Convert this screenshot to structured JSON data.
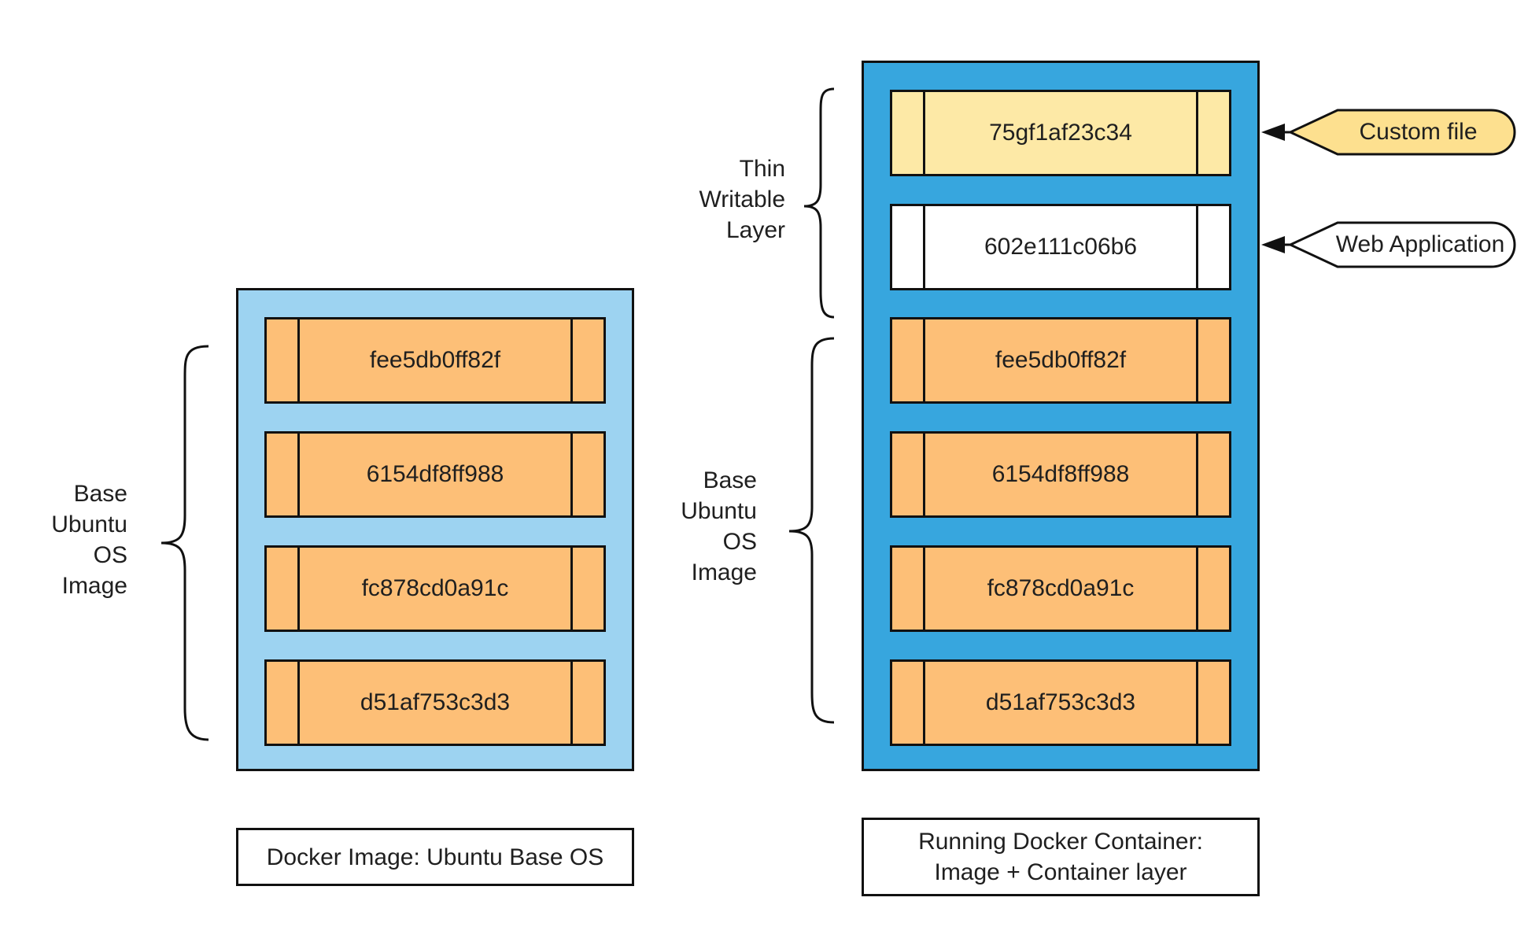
{
  "left_stack": {
    "side_label": [
      "Base",
      "Ubuntu",
      "OS",
      "Image"
    ],
    "layers": [
      "fee5db0ff82f",
      "6154df8ff988",
      "fc878cd0a91c",
      "d51af753c3d3"
    ],
    "caption": "Docker Image: Ubuntu Base OS"
  },
  "right_stack": {
    "writable_label": [
      "Thin",
      "Writable",
      "Layer"
    ],
    "base_label": [
      "Base",
      "Ubuntu",
      "OS",
      "Image"
    ],
    "layers": [
      "75gf1af23c34",
      "602e111c06b6",
      "fee5db0ff82f",
      "6154df8ff988",
      "fc878cd0a91c",
      "d51af753c3d3"
    ],
    "caption": [
      "Running Docker Container:",
      "Image + Container layer"
    ]
  },
  "callouts": {
    "custom_file": "Custom file",
    "web_application": "Web Application"
  },
  "colors": {
    "light_panel": "#9dd3f1",
    "dark_panel": "#37a6de",
    "image_layer": "#fdbf77",
    "custom_layer": "#fde9a6",
    "app_layer": "#ffffff",
    "custom_callout": "#fde08f"
  }
}
